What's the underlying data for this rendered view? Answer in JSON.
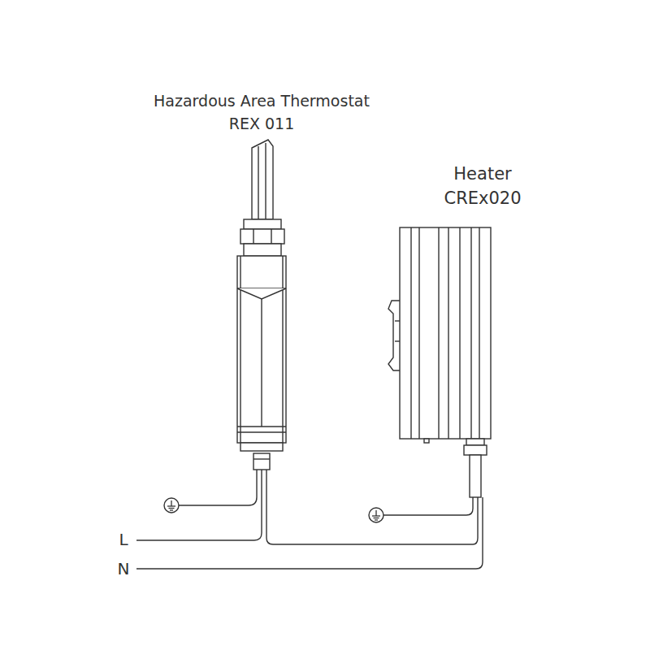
{
  "diagram": {
    "labels": [
      "Hazardous Area Thermostat",
      "REX 011",
      "Heater",
      "CREx020",
      "L",
      "N"
    ]
  }
}
